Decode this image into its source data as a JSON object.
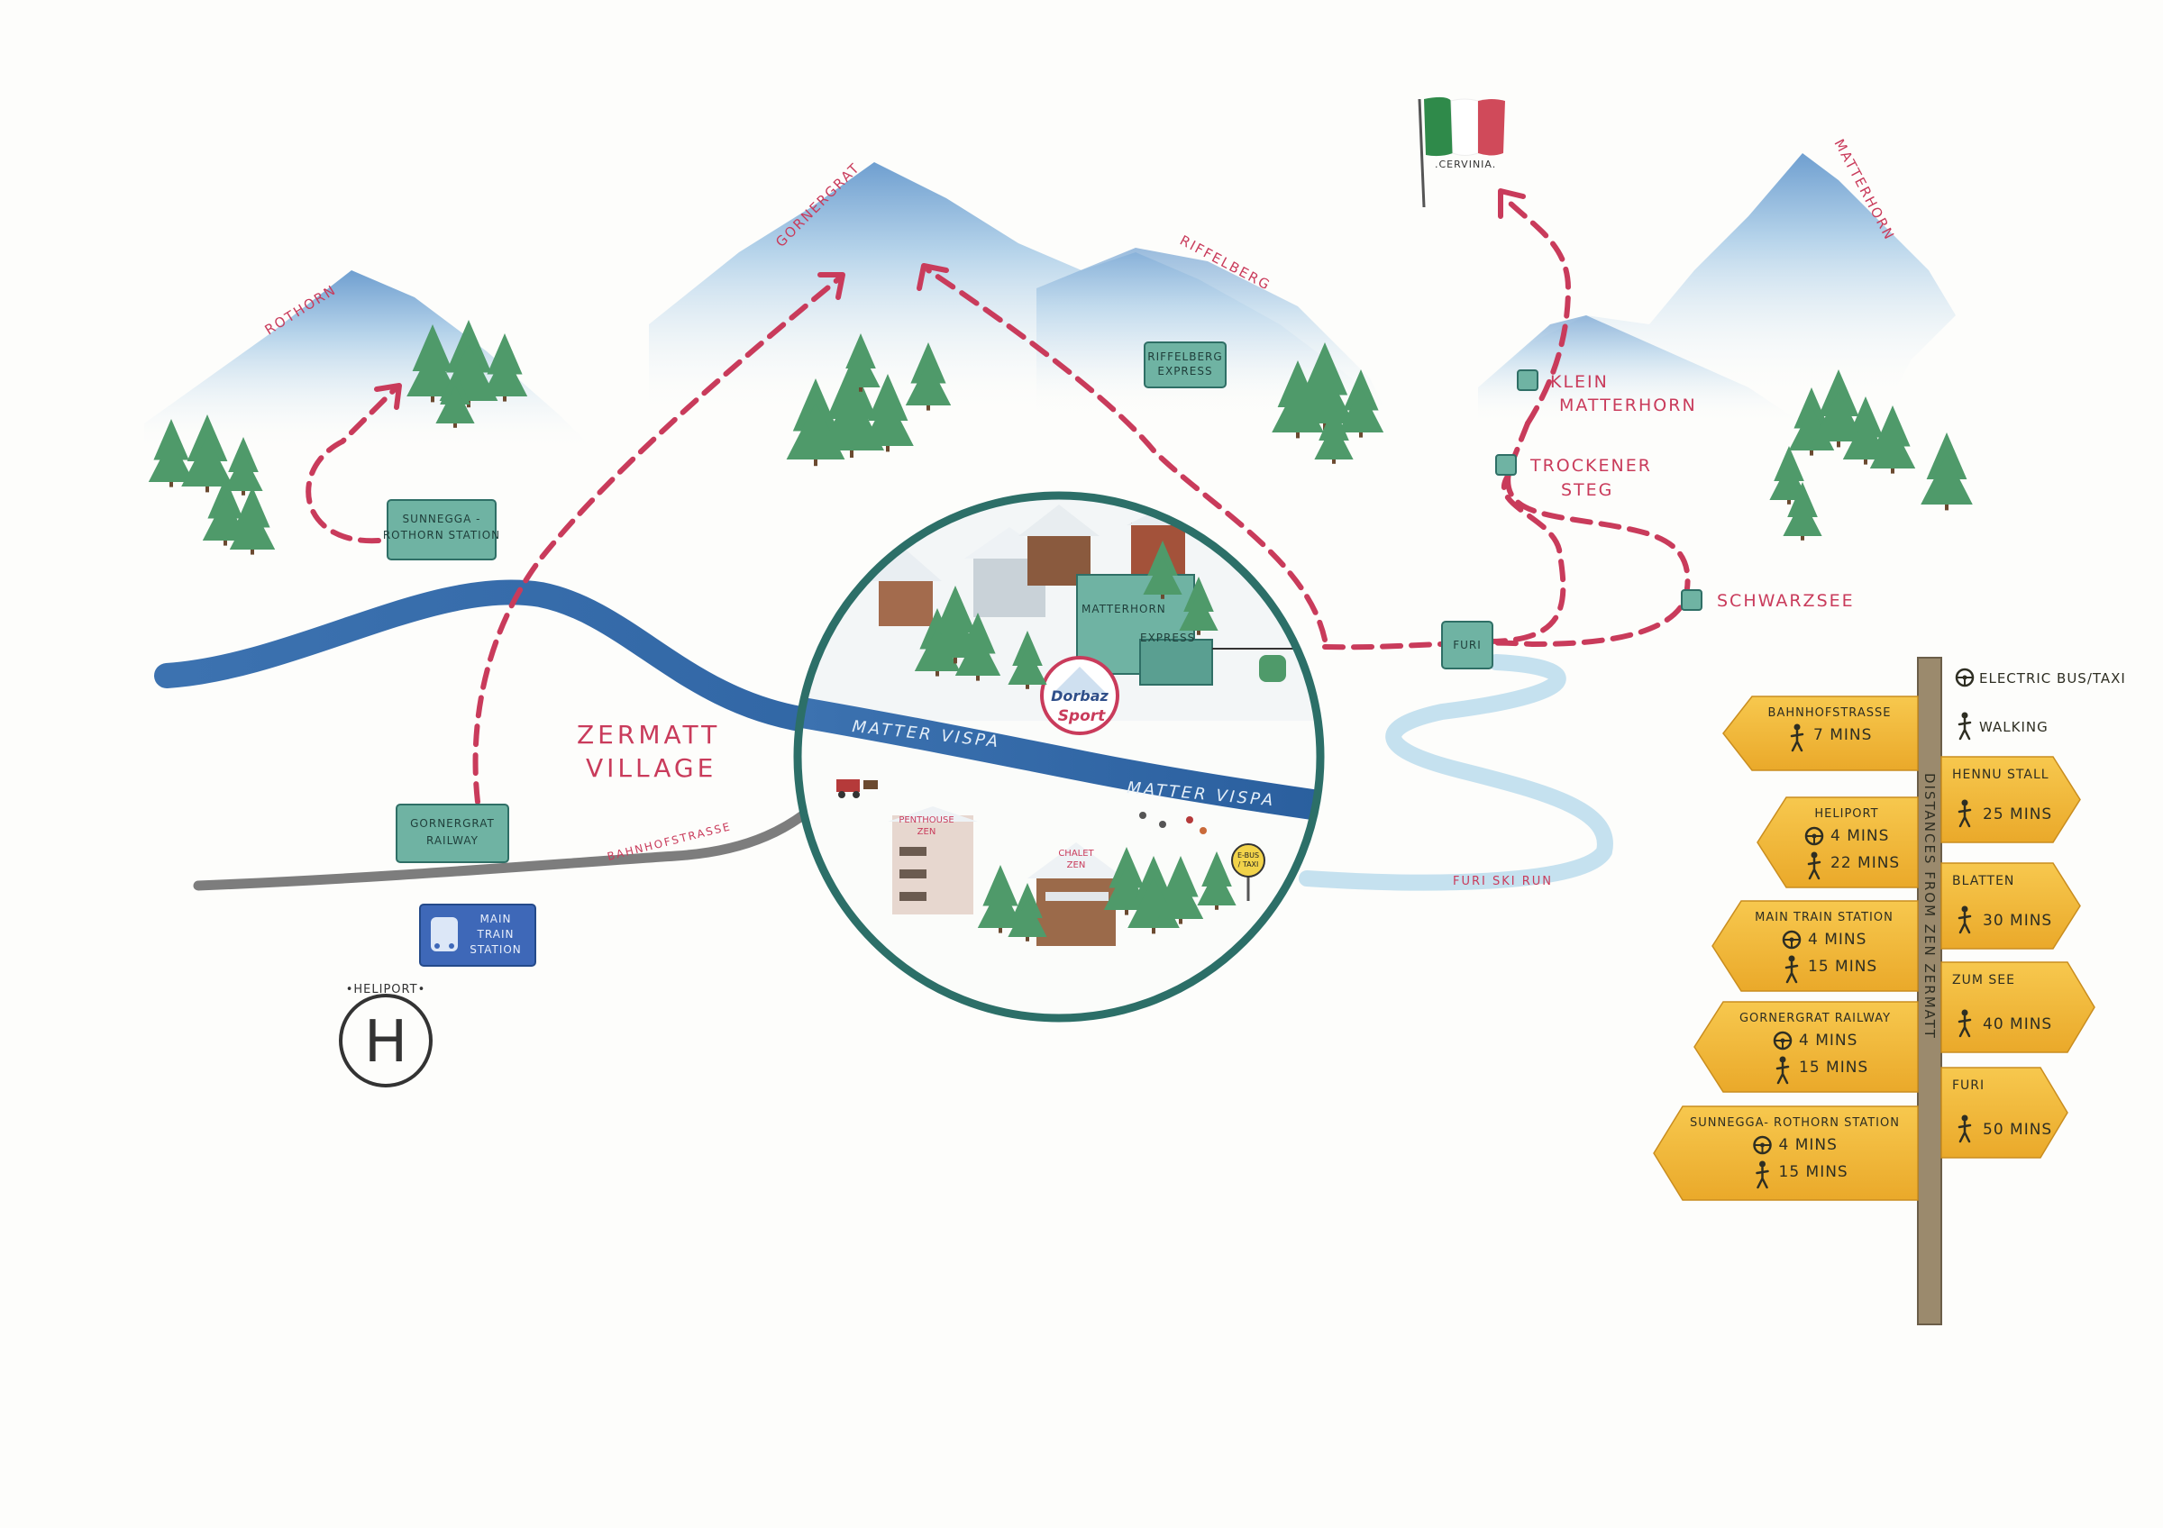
{
  "peaks": {
    "rothorn": "ROTHORN",
    "gornergrat": "GORNERGRAT",
    "riffelberg": "RIFFELBERG",
    "matterhorn": "MATTERHORN"
  },
  "flag": {
    "label": ".CERVINIA.",
    "colors": [
      "#2f8a4a",
      "#ffffff",
      "#d04a5a"
    ]
  },
  "stations": {
    "sunnegga": [
      "SUNNEGGA -",
      "ROTHORN STATION"
    ],
    "riffelberg_express": [
      "RIFFELBERG",
      "EXPRESS"
    ],
    "klein_matterhorn": [
      "KLEIN",
      "MATTERHORN"
    ],
    "trockener_steg": [
      "TROCKENER",
      "STEG"
    ],
    "schwarzsee": "SCHWARZSEE",
    "furi": "FURI",
    "matterhorn_express": [
      "MATTERHORN",
      "EXPRESS"
    ],
    "gornergrat_railway": [
      "GORNERGRAT",
      "RAILWAY"
    ],
    "main_train_station": [
      "MAIN",
      "TRAIN",
      "STATION"
    ]
  },
  "village": [
    "ZERMATT",
    "VILLAGE"
  ],
  "river": "MATTER VISPA",
  "street": "BAHNHOFSTRASSE",
  "ski_run": "FURI SKI RUN",
  "heliport": {
    "label": "•HELIPORT•",
    "symbol": "H"
  },
  "inset": {
    "shop_top": "Dorbaz",
    "shop_bottom": "Sport",
    "penthouse": [
      "PENTHOUSE",
      "ZEN"
    ],
    "chalet": [
      "CHALET",
      "ZEN"
    ],
    "ebus": [
      "E-BUS",
      "/ TAXI"
    ]
  },
  "signpost": {
    "title": "DISTANCES FROM ZEN ZERMATT",
    "legend": [
      {
        "icon": "steering-wheel-icon",
        "label": "ELECTRIC BUS/TAXI"
      },
      {
        "icon": "walking-person-icon",
        "label": "WALKING"
      }
    ],
    "left_signs": [
      {
        "name": "BAHNHOFSTRASSE",
        "rows": [
          {
            "mode": "walk",
            "time": "7 MINS"
          }
        ]
      },
      {
        "name": "HELIPORT",
        "rows": [
          {
            "mode": "bus",
            "time": "4 MINS"
          },
          {
            "mode": "walk",
            "time": "22 MINS"
          }
        ]
      },
      {
        "name": "MAIN TRAIN STATION",
        "rows": [
          {
            "mode": "bus",
            "time": "4 MINS"
          },
          {
            "mode": "walk",
            "time": "15 MINS"
          }
        ]
      },
      {
        "name": "GORNERGRAT RAILWAY",
        "rows": [
          {
            "mode": "bus",
            "time": "4 MINS"
          },
          {
            "mode": "walk",
            "time": "15 MINS"
          }
        ]
      },
      {
        "name": "SUNNEGGA- ROTHORN STATION",
        "rows": [
          {
            "mode": "bus",
            "time": "4 MINS"
          },
          {
            "mode": "walk",
            "time": "15 MINS"
          }
        ]
      }
    ],
    "right_signs": [
      {
        "name": "HENNU STALL",
        "time": "25 MINS"
      },
      {
        "name": "BLATTEN",
        "time": "30 MINS"
      },
      {
        "name": "ZUM SEE",
        "time": "40 MINS"
      },
      {
        "name": "FURI",
        "time": "50 MINS"
      }
    ]
  },
  "colors": {
    "route": "#c93b5b",
    "river": "#2f6aa8",
    "station_box": "#5fa89a",
    "sign": "#f2b93a",
    "mountain": "#8fb8dc",
    "tree": "#4f9a6a",
    "inset_ring": "#2c6f68"
  }
}
